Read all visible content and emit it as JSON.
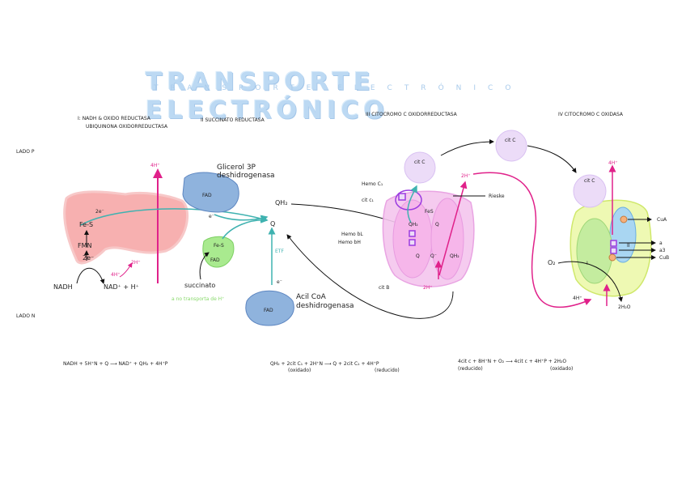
{
  "title": "TRANSPORTE ELECTRÓNICO",
  "subtitle": "TRANSPORTE ELECTRÓNICO",
  "side_labels": {
    "p": "LADO P",
    "n": "LADO N"
  },
  "complexes": {
    "c1": {
      "title_line1": "I: NADH & OXIDO REDUCTASA",
      "title_line2": "UBIQUINONA OXIDORREDUCTASA",
      "fes": "Fe-S",
      "fmn": "FMN",
      "two_e": "2e⁻",
      "e": "2e⁻",
      "nadh": "NADH",
      "nad": "NAD⁺ + H⁺",
      "h4": "4H⁺",
      "h_small1": "4H⁺",
      "h_small2": "2H⁺"
    },
    "c2": {
      "title": "II SUCCINATO REDUCTASA",
      "fes": "Fe-S",
      "fad": "FAD",
      "succinato": "succinato",
      "note": "a no transporta de H⁺",
      "e": "e⁻"
    },
    "glicerol": {
      "name_line1": "Glicerol 3P",
      "name_line2": "deshidrogenasa",
      "fad": "FAD",
      "e": "e⁻"
    },
    "acil": {
      "name_line1": "Acil CoA",
      "name_line2": "deshidrogenasa",
      "fad": "FAD",
      "etf": "ETF",
      "e": "e⁻"
    },
    "q": {
      "qh2": "QH₂",
      "q": "Q"
    },
    "c3": {
      "title": "III CITOCROMO C OXIDORREDUCTASA",
      "cit_c": "cit C",
      "hemo_c1": "Hemo C₁",
      "cit_c1": "cit c₁",
      "hemo_bl": "Hemo bL",
      "hemo_bh": "Hemo bH",
      "rieske": "Rieske",
      "qh2": "QH₂",
      "q": "Q",
      "q2": "Q",
      "q_minus": "Q⁻",
      "qh2b": "QH₂",
      "cit_b": "cit B",
      "h2_top": "2H⁺",
      "h2_bottom": "2H⁺",
      "fes": "FeS"
    },
    "c_free": {
      "cit_c": "cit C"
    },
    "c4": {
      "title": "IV CITOCROMO C OXIDASA",
      "cit_c": "cit C",
      "h4": "4H⁺",
      "cu_a": "CuA",
      "a": "a",
      "a3": "a3",
      "cu_b": "CuB",
      "o2": "O₂",
      "h4_in": "4H⁺",
      "h2o": "2H₂O",
      "ii": "II",
      "i": "I"
    }
  },
  "equations": {
    "eq1": "NADH + 5H⁺N + Q ⟶ NAD⁺ + QH₂ + 4H⁺P",
    "eq2_main": "QH₂ + 2cit C₁ + 2H⁺N ⟶ Q + 2cit C₁ + 4H⁺P",
    "eq2_left": "(oxidado)",
    "eq2_right": "(reducido)",
    "eq3_main": "4cit c + 8H⁺N + O₂ ⟶ 4cit c + 4H⁺P + 2H₂O",
    "eq3_left": "(reducido)",
    "eq3_right": "(oxidado)"
  },
  "colors": {
    "pink_arrow": "#e0218a",
    "teal": "#3fb2b0",
    "c1_fill": "#f7a8a8",
    "c3_fill": "#f4c6ee",
    "c4_fill": "#eef9b3",
    "blue_fad": "#8fb3dd",
    "purple": "#9b3be0",
    "green": "#8ee06e",
    "light_purple": "#ecdcf8"
  }
}
